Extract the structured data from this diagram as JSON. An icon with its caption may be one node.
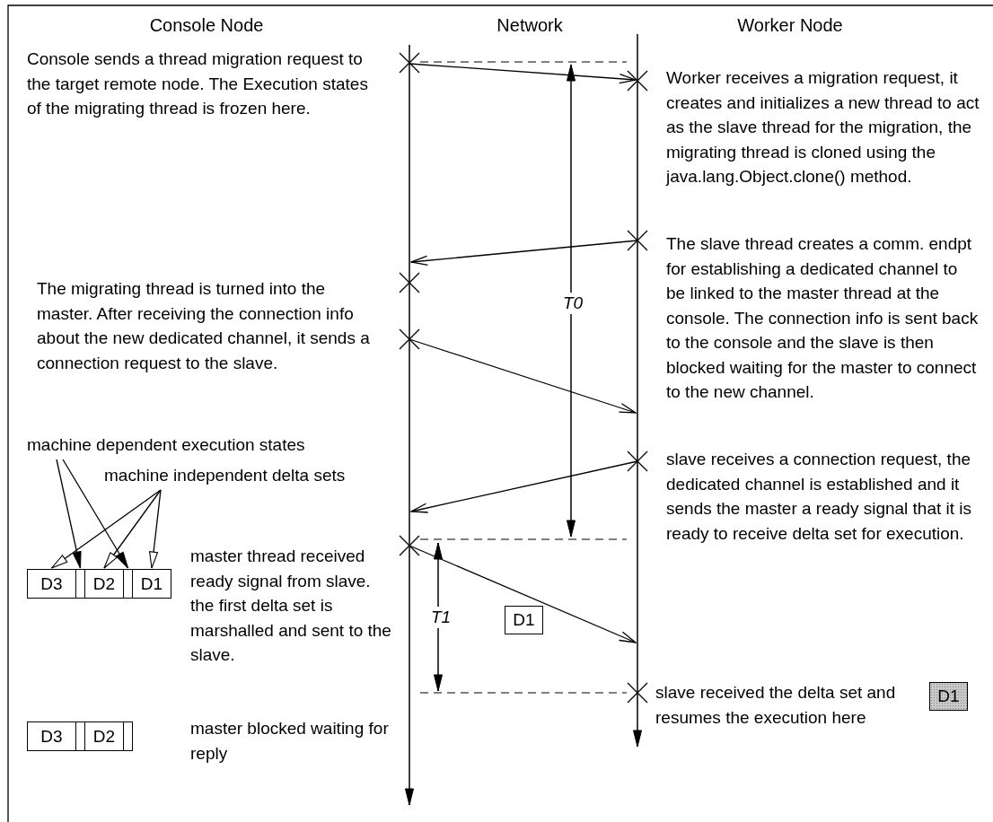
{
  "diagram": {
    "nodes": [
      {
        "text": [],
        "shape": "line"
      },
      {
        "text": [],
        "shape": "line"
      },
      {
        "text": [
          "machine dependent execution states"
        ]
      },
      {
        "text": [
          "machine independent delta sets"
        ]
      },
      {
        "text": [
          "D3"
        ]
      },
      {
        "text": [],
        "shape": "box"
      },
      {
        "text": [
          "D2"
        ]
      },
      {
        "text": [],
        "shape": "box"
      },
      {
        "text": [
          "D1"
        ]
      },
      {
        "text": [
          "D3"
        ]
      },
      {
        "text": [],
        "shape": "box"
      },
      {
        "text": [
          "D2"
        ]
      },
      {
        "text": [],
        "shape": "box"
      },
      {
        "text": [
          "D1"
        ]
      },
      {
        "text": [
          "D1"
        ]
      }
    ],
    "edges": [
      {
        "from": 0,
        "to": 1,
        "arrow": "to"
      },
      {
        "from": 1,
        "to": 0,
        "arrow": "to"
      },
      {
        "from": 0,
        "to": 1,
        "arrow": "to"
      },
      {
        "from": 1,
        "to": 0,
        "arrow": "to"
      },
      {
        "from": 0,
        "to": 1,
        "arrow": "to"
      },
      {
        "from": 2,
        "to": 5,
        "arrow": "to"
      },
      {
        "from": 2,
        "to": 7,
        "arrow": "to"
      },
      {
        "from": 3,
        "to": 4,
        "arrow": "to"
      },
      {
        "from": 3,
        "to": 6,
        "arrow": "to"
      },
      {
        "from": 3,
        "to": 8,
        "arrow": "to"
      }
    ],
    "labels": [
      "Console Node",
      "Network",
      "Worker Node",
      "Console sends a thread migration request to the target remote node. The Execution states of the migrating thread is frozen here.",
      "Worker receives a migration request, it creates and initializes a new thread to act as the slave thread for the migration, the migrating thread is cloned using the java.lang.Object.clone() method.",
      "The slave thread creates a comm. endpt for establishing a dedicated channel to be linked to the master thread at the console. The connection info is sent back to the console and the slave is then blocked waiting for the master to connect to the new channel.",
      "The migrating thread is turned into the master. After receiving the connection info about the new dedicated channel, it sends a connection request to the slave.",
      "T0",
      "slave receives a connection request, the dedicated channel is established and it sends the master a ready signal that it is ready to receive delta set for execution.",
      "master thread received ready signal from slave. the first delta set is marshalled and sent to the slave.",
      "T1",
      "slave received the delta set and resumes the execution here",
      "master blocked waiting for reply"
    ]
  }
}
